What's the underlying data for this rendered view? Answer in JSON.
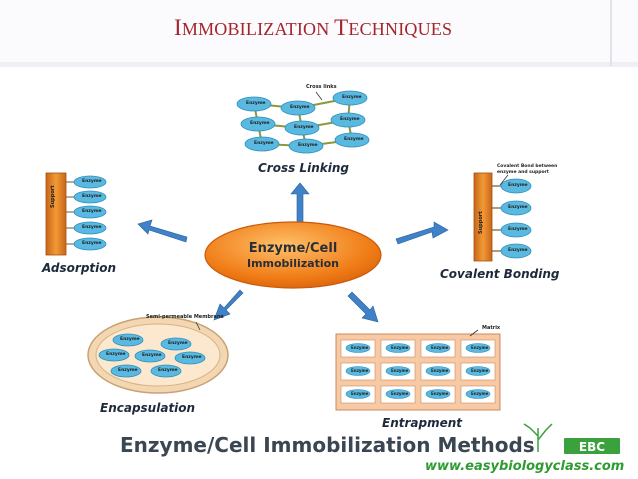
{
  "title": {
    "first": "I",
    "rest": "MMOBILIZATION ",
    "first2": "T",
    "rest2": "ECHNIQUES"
  },
  "center": {
    "line1": "Enzyme/Cell",
    "line2": "Immobilization"
  },
  "methods": {
    "cross_linking": {
      "label": "Cross Linking",
      "annotation": "Cross links"
    },
    "adsorption": {
      "label": "Adsorption",
      "support": "Support"
    },
    "covalent": {
      "label": "Covalent Bonding",
      "annotation_line1": "Covalent Bond between",
      "annotation_line2": "enzyme and support",
      "support": "Support"
    },
    "encapsulation": {
      "label": "Encapsulation",
      "annotation": "Semi-permeable Membrane"
    },
    "entrapment": {
      "label": "Entrapment",
      "annotation": "Matrix"
    }
  },
  "enzyme_label": "Enzyme",
  "footer": {
    "title": "Enzyme/Cell Immobilization Methods",
    "url": "www.easybiologyclass.com"
  },
  "logo": {
    "text": "EBC"
  },
  "colors": {
    "title": "#a3242a",
    "support": "#e8891f",
    "enzyme": "#5ab9e0",
    "arrow": "#3f82c8",
    "center": "#f07d17",
    "footer": "#3a4652",
    "url": "#2f9b32"
  }
}
